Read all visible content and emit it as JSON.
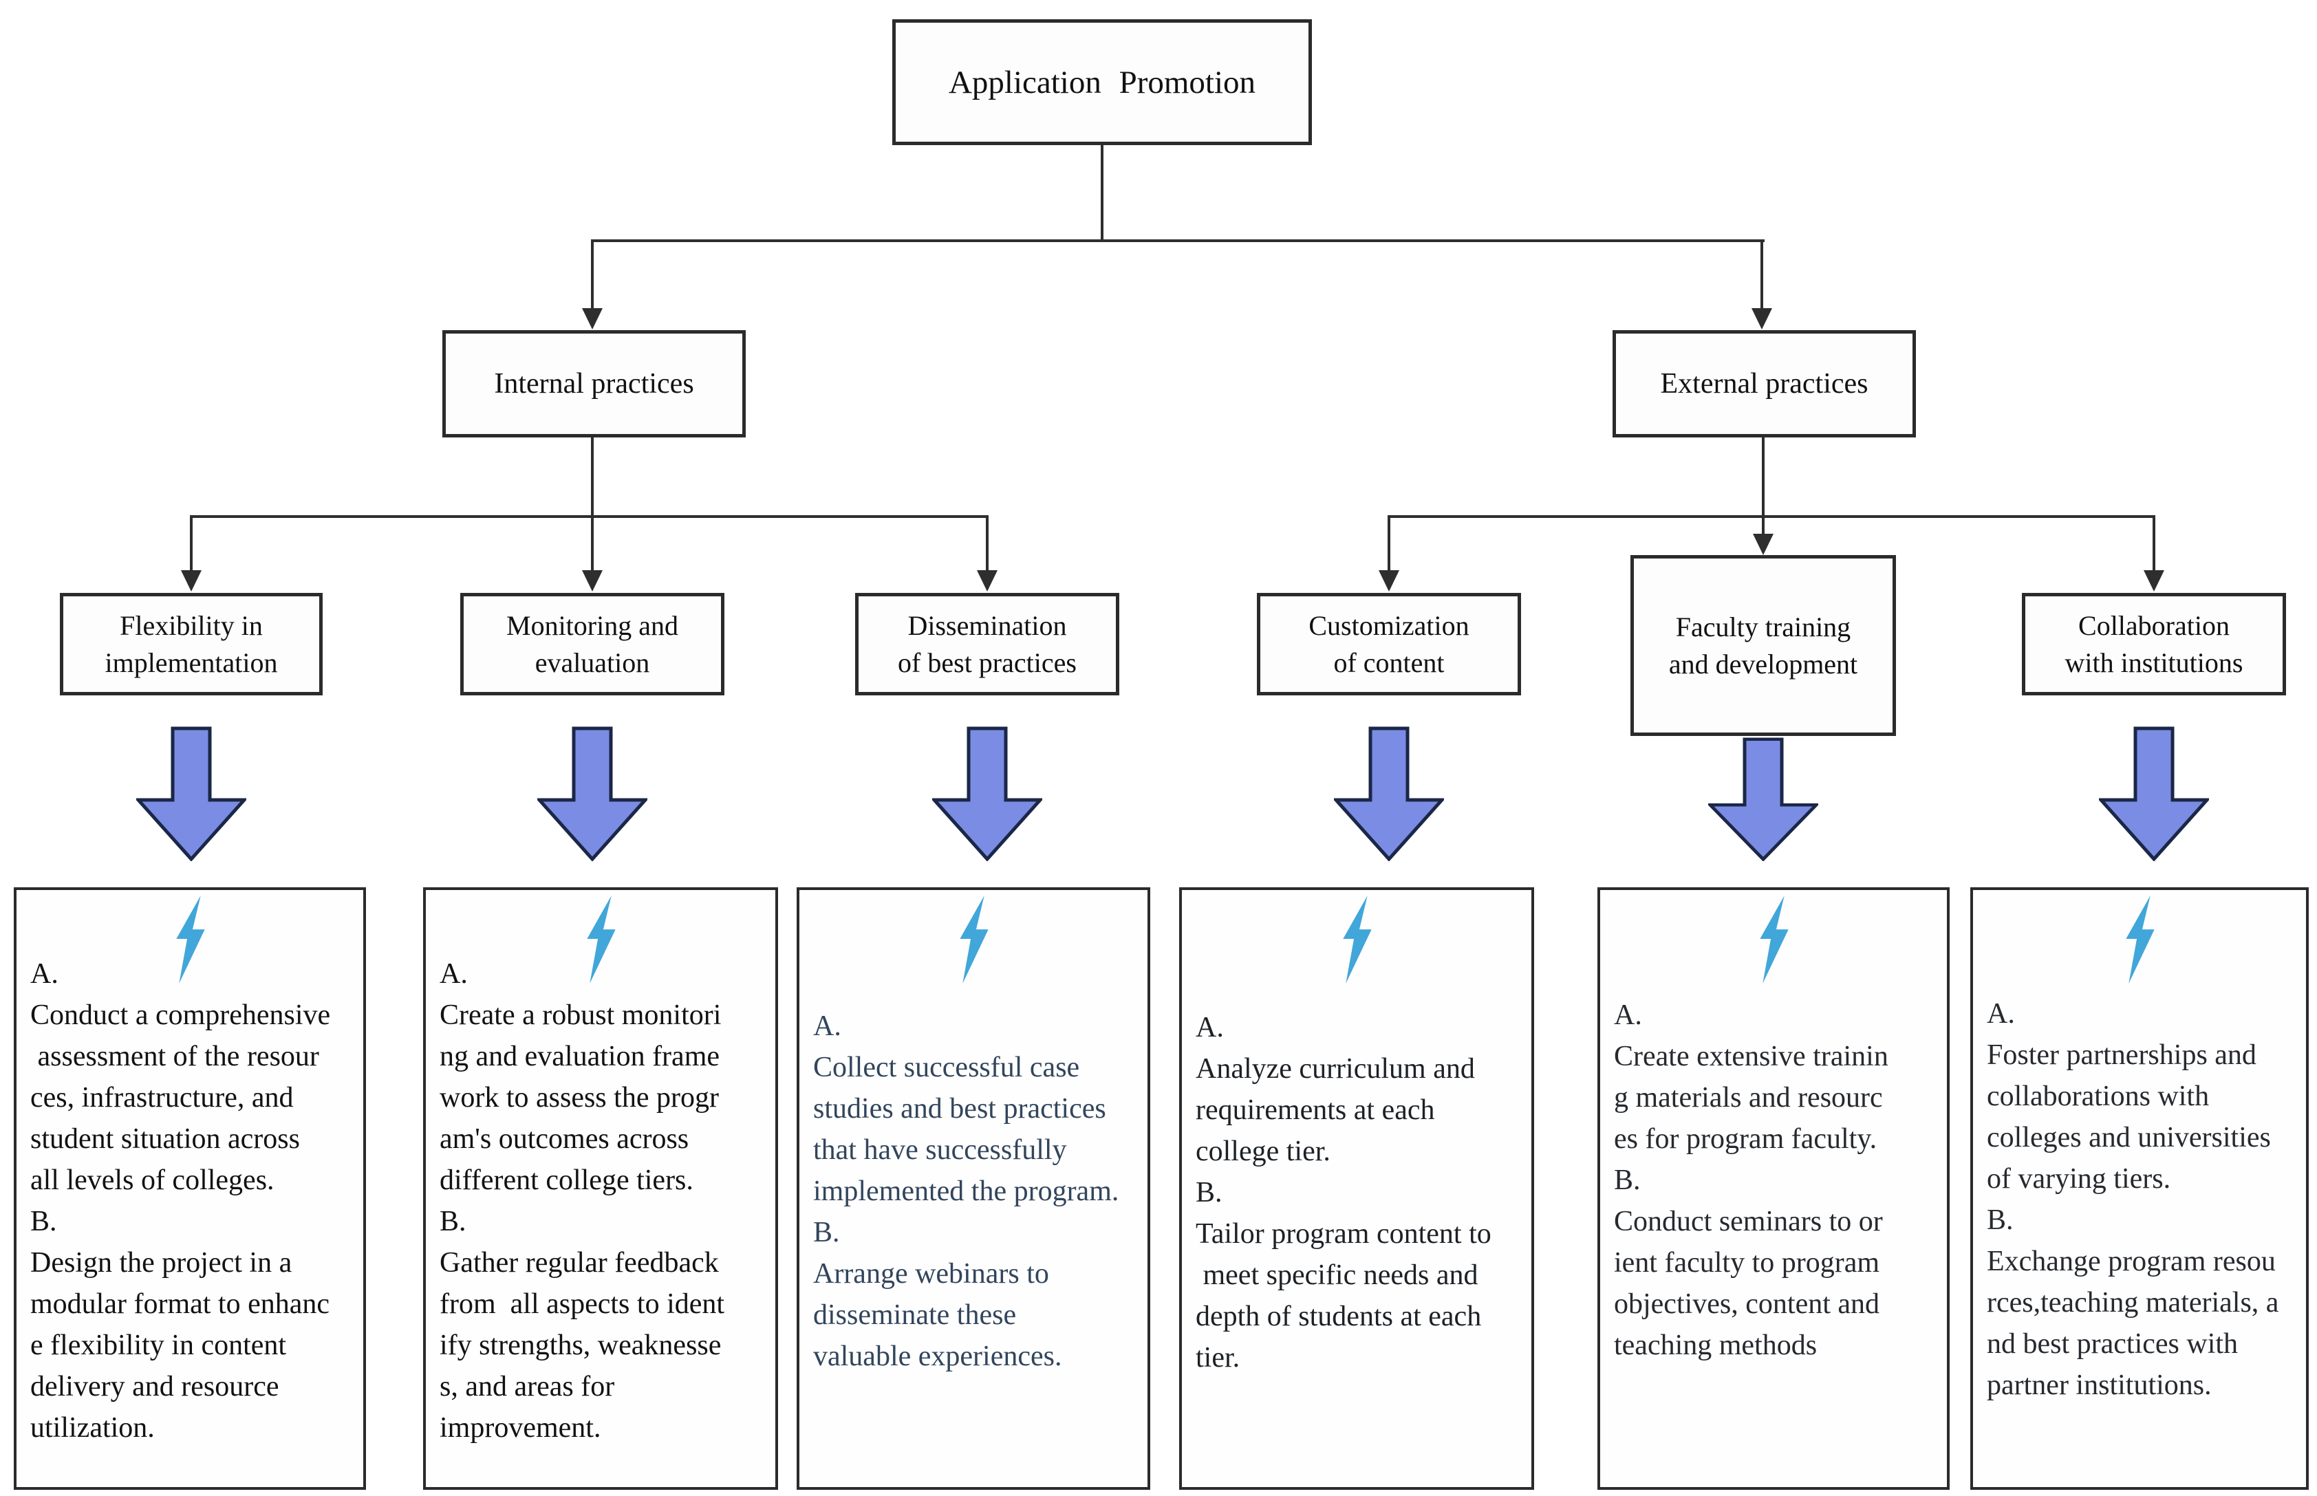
{
  "title": "Application Promotion",
  "branches": [
    {
      "label": "Internal practices"
    },
    {
      "label": "External practices"
    }
  ],
  "nodes": [
    {
      "label": "Flexibility in\nimplementation",
      "detail": "A.\nConduct a comprehensive\n assessment of the resour\nces, infrastructure, and\nstudent situation across\nall levels of colleges.\nB.\nDesign the project in a\nmodular format to enhanc\ne flexibility in content\ndelivery and resource\nutilization."
    },
    {
      "label": "Monitoring and\nevaluation",
      "detail": "A.\nCreate a robust monitori\nng and evaluation frame\nwork to assess the progr\nam's outcomes across\ndifferent college tiers.\nB.\nGather regular feedback\nfrom  all aspects to ident\nify strengths, weaknesse\ns, and areas for\nimprovement."
    },
    {
      "label": "Dissemination\nof best practices",
      "detail": "A.\nCollect successful case\nstudies and best practices\nthat have successfully\nimplemented the program.\nB.\nArrange webinars to\ndisseminate these\nvaluable experiences."
    },
    {
      "label": "Customization\nof content",
      "detail": "A.\nAnalyze curriculum and\nrequirements at each\ncollege tier.\nB.\nTailor program content to\n meet specific needs and\ndepth of students at each\ntier."
    },
    {
      "label": "Faculty training\nand development",
      "detail": "A.\nCreate extensive trainin\ng materials and resourc\nes for program faculty.\nB.\nConduct seminars to or\nient faculty to program\nobjectives, content and\nteaching methods"
    },
    {
      "label": "Collaboration\nwith institutions",
      "detail": "A.\nFoster partnerships and\ncollaborations with\ncolleges and universities\nof varying tiers.\nB.\nExchange program resou\nrces,teaching materials, a\nnd best practices with\npartner institutions."
    }
  ],
  "colors": {
    "block_arrow_fill": "#7b8ce4",
    "block_arrow_stroke": "#1b2747",
    "bolt": "#41a6d9",
    "connector_line": "#2e2e2e"
  }
}
